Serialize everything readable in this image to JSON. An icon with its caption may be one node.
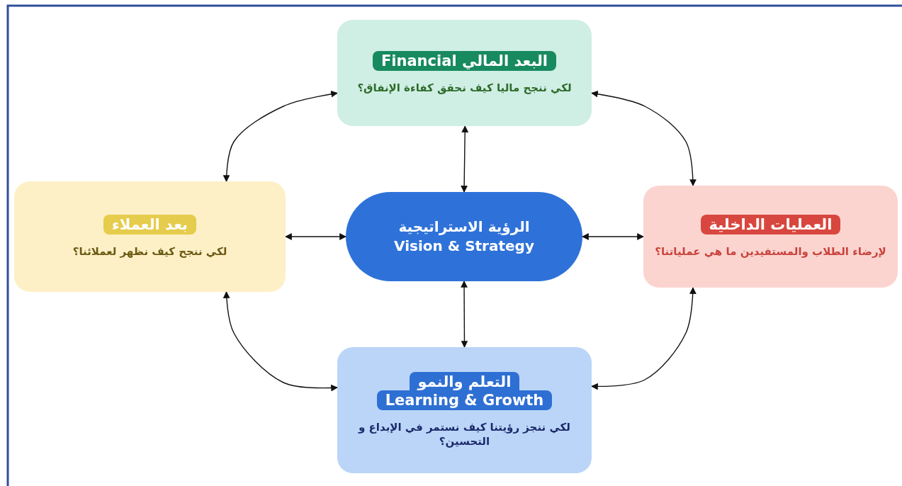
{
  "diagram": {
    "nodes": [
      {
        "text": [
          "الرؤية الاستراتيجية",
          "Vision & Strategy"
        ]
      },
      {
        "text": [
          "البعد المالي Financial",
          "لكي ننجح ماليا كيف نحقق كفاءة الإنفاق؟"
        ]
      },
      {
        "text": [
          "بعد العملاء",
          "لكي ننجح كيف نظهر لعملائنا؟"
        ]
      },
      {
        "text": [
          "العمليات الداخلية",
          "لإرضاء الطلاب والمستفيدين ما هي عملياتنا؟"
        ]
      },
      {
        "text": [
          "التعلم والنمو",
          "Learning & Growth",
          "لكي ننجز رؤيتنا كيف نستمر في الإبداع و التحسين؟"
        ]
      }
    ],
    "edges": [
      {
        "from": 0,
        "to": 1,
        "arrow": "both"
      },
      {
        "from": 0,
        "to": 2,
        "arrow": "both"
      },
      {
        "from": 0,
        "to": 3,
        "arrow": "both"
      },
      {
        "from": 0,
        "to": 4,
        "arrow": "both"
      },
      {
        "from": 1,
        "to": 2,
        "arrow": "both"
      },
      {
        "from": 1,
        "to": 3,
        "arrow": "both"
      },
      {
        "from": 2,
        "to": 4,
        "arrow": "both"
      },
      {
        "from": 3,
        "to": 4,
        "arrow": "both"
      }
    ]
  }
}
